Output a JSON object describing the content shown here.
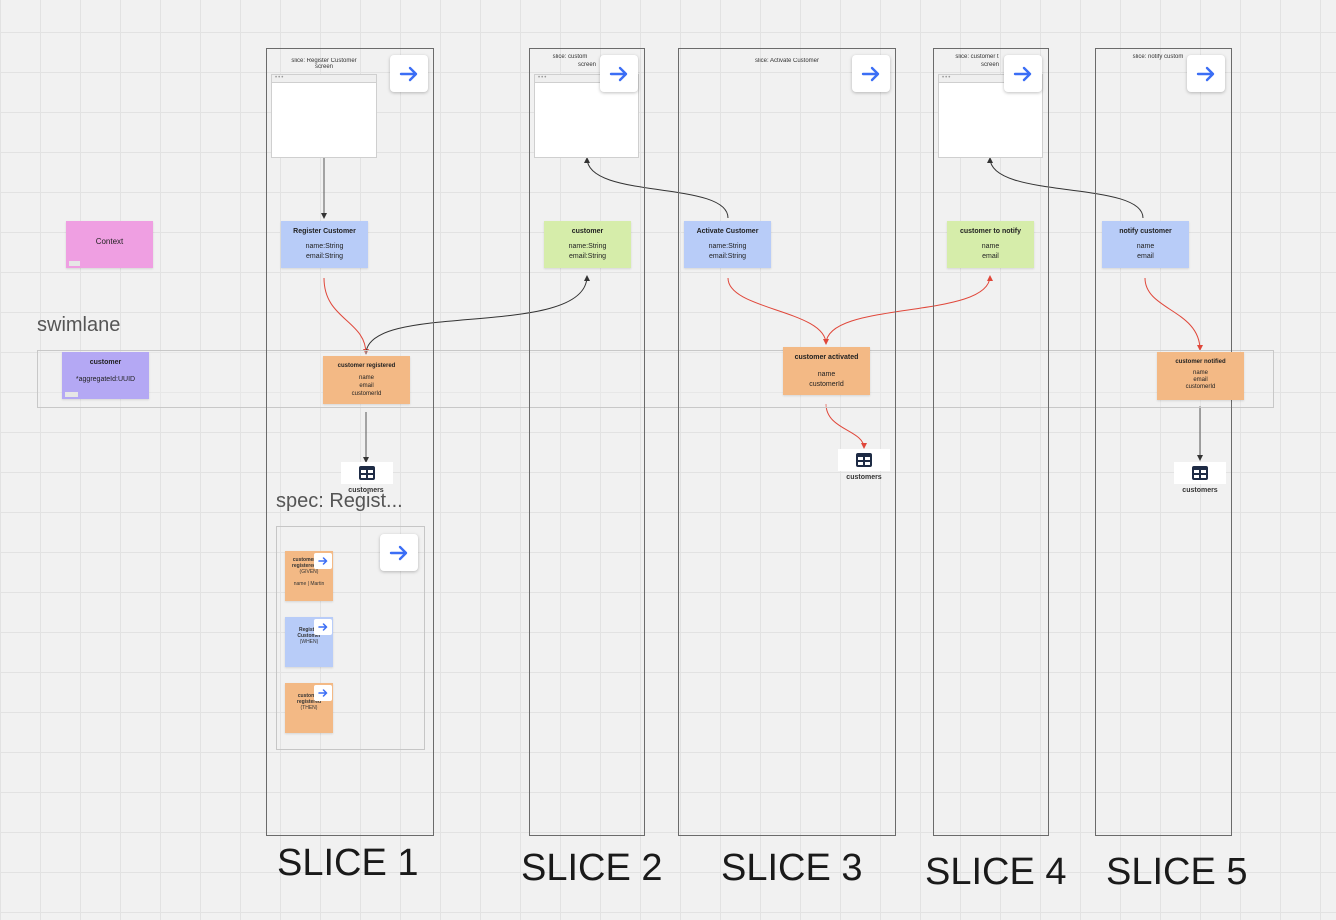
{
  "swimlane": {
    "label": "swimlane"
  },
  "context": {
    "label": "Context"
  },
  "aggregate": {
    "title": "customer",
    "field": "*aggregateId:UUID"
  },
  "slices": [
    {
      "title": "slice: Register Customer",
      "screen_label": "screen",
      "label": "SLICE 1",
      "command": {
        "title": "Register Customer",
        "fields": [
          "name:String",
          "email:String"
        ]
      },
      "event": {
        "title": "customer registered",
        "fields": [
          "name",
          "email",
          "customerId"
        ]
      },
      "readmodel": {
        "title": "customers"
      }
    },
    {
      "title": "slice: custom",
      "screen_label": "screen",
      "label": "SLICE 2",
      "view": {
        "title": "customer",
        "fields": [
          "name:String",
          "email:String"
        ]
      }
    },
    {
      "title": "slice: Activate Customer",
      "label": "SLICE 3",
      "command": {
        "title": "Activate Customer",
        "fields": [
          "name:String",
          "email:String"
        ]
      },
      "event": {
        "title": "customer activated",
        "fields": [
          "name",
          "customerId"
        ]
      },
      "readmodel": {
        "title": "customers"
      }
    },
    {
      "title": "slice: customer t",
      "screen_label": "screen",
      "label": "SLICE 4",
      "view": {
        "title": "customer to notify",
        "fields": [
          "name",
          "email"
        ]
      }
    },
    {
      "title": "slice: notify custom",
      "label": "SLICE 5",
      "command": {
        "title": "notify customer",
        "fields": [
          "name",
          "email"
        ]
      },
      "event": {
        "title": "customer notified",
        "fields": [
          "name",
          "email",
          "customerId"
        ]
      },
      "readmodel": {
        "title": "customers"
      }
    }
  ],
  "spec": {
    "title": "spec: Regist...",
    "given": {
      "title": "customer registered",
      "tag": "(GIVEN)",
      "field": "name | Martin"
    },
    "when": {
      "title": "Register Customer",
      "tag": "(WHEN)"
    },
    "then": {
      "title": "customer registered",
      "tag": "(THEN)"
    }
  },
  "colors": {
    "command": "#b8ccf8",
    "view": "#d6edaa",
    "event": "#f3b985",
    "context": "#ef9fe2",
    "aggregate": "#b4a8f4",
    "arrow_blue": "#3b6ef5",
    "flow_red": "#e0473a"
  },
  "icons": {
    "navigate": "arrow-right-icon",
    "table": "table-icon"
  }
}
